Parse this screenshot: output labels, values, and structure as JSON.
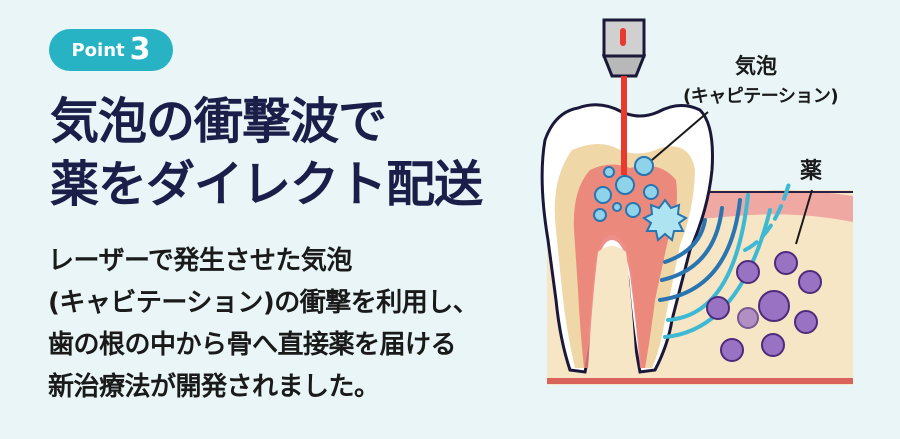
{
  "badge": {
    "label": "Point",
    "number": "3",
    "color": "#27b3c4"
  },
  "title": {
    "line1": "気泡の衝撃波で",
    "line2": "薬をダイレクト配送",
    "color": "#1c1e4a"
  },
  "body": {
    "lines": [
      "レーザーで発生させた気泡",
      "(キャビテーション)の衝撃を利用し、",
      "歯の根の中から骨へ直接薬を届ける",
      "新治療法が開発されました。"
    ]
  },
  "diagram": {
    "label_bubble": "気泡",
    "label_bubble_sub": "(キャピテーション)",
    "label_medicine": "薬",
    "colors": {
      "laser": "#e83a2e",
      "bubble": "#8fd3ea",
      "wave_dark": "#2a74b0",
      "wave_light": "#3fb8d4",
      "medicine": "#9a72c4",
      "gum": "#f0a4a0",
      "bone": "#f6e6c6"
    }
  }
}
